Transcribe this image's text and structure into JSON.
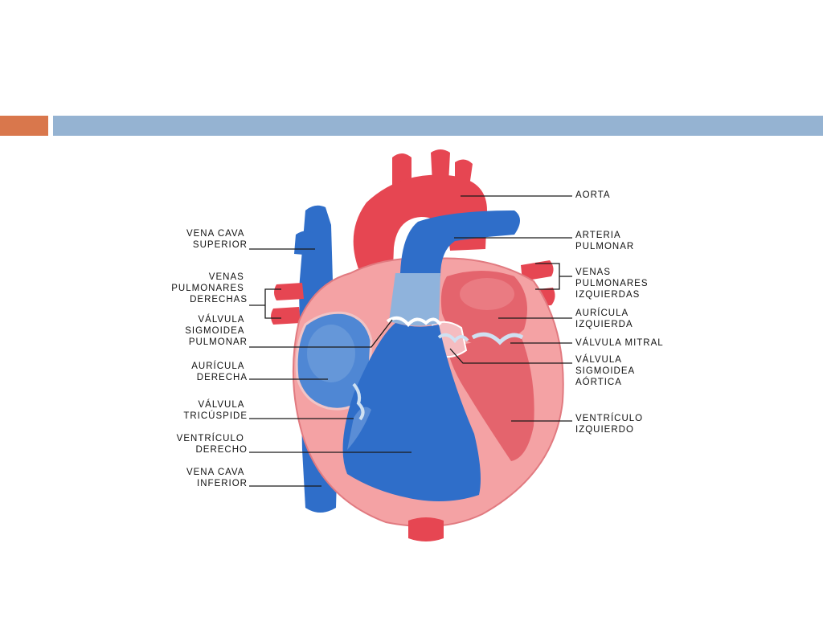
{
  "colors": {
    "accent_orange": "#d9774c",
    "accent_blue": "#95b3d2",
    "oxygenated_red": "#e64652",
    "deoxygenated_blue": "#2f6ec9",
    "muscle_pink": "#f4a2a4",
    "label_text": "#111111"
  },
  "labels": {
    "aorta": [
      "AORTA"
    ],
    "arteria_pulmonar": [
      "ARTERIA",
      "PULMONAR"
    ],
    "venas_pulmonares_izquierdas": [
      "VENAS",
      "PULMONARES",
      "IZQUIERDAS"
    ],
    "auricula_izquierda": [
      "AURÍCULA",
      "IZQUIERDA"
    ],
    "valvula_mitral": [
      "VÁLVULA MITRAL"
    ],
    "valvula_sigmoidea_aortica": [
      "VÁLVULA",
      "SIGMOIDEA",
      "AÓRTICA"
    ],
    "ventriculo_izquierdo": [
      "VENTRÍCULO",
      "IZQUIERDO"
    ],
    "vena_cava_superior": [
      "VENA CAVA",
      "SUPERIOR"
    ],
    "venas_pulmonares_derechas": [
      "VENAS",
      "PULMONARES",
      "DERECHAS"
    ],
    "valvula_sigmoidea_pulmonar": [
      "VÁLVULA",
      "SIGMOIDEA",
      "PULMONAR"
    ],
    "auricula_derecha": [
      "AURÍCULA",
      "DERECHA"
    ],
    "valvula_tricuspide": [
      "VÁLVULA",
      "TRICÚSPIDE"
    ],
    "ventriculo_derecho": [
      "VENTRÍCULO",
      "DERECHO"
    ],
    "vena_cava_inferior": [
      "VENA CAVA",
      "INFERIOR"
    ]
  }
}
